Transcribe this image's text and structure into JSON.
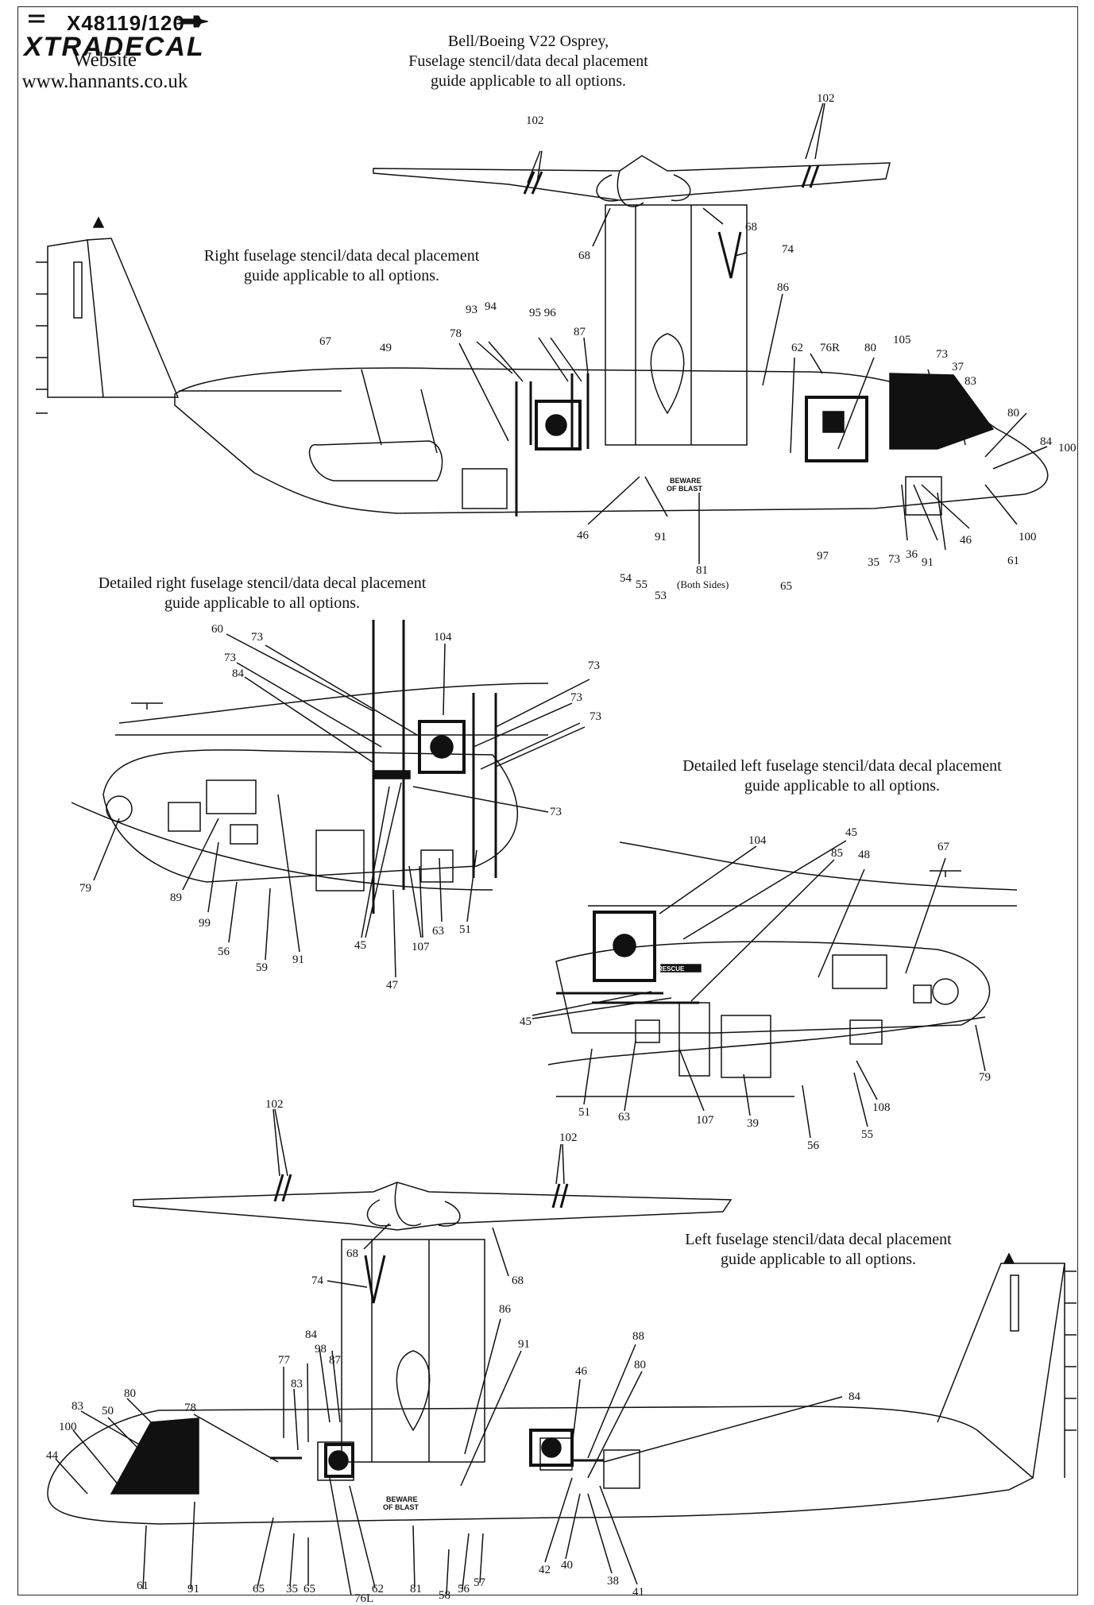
{
  "header": {
    "product_code": "X48119/120",
    "brand": "XTRADECAL",
    "site_label": "Website",
    "site_url": "www.hannants.co.uk",
    "title_lines": [
      "Bell/Boeing V22 Osprey,",
      "Fuselage stencil/data decal placement",
      "guide applicable to all options."
    ]
  },
  "sections": {
    "right": [
      "Right fuselage stencil/data decal placement",
      "guide applicable to all options."
    ],
    "detail_right": [
      "Detailed right fuselage stencil/data decal placement",
      "guide applicable to all options."
    ],
    "detail_left": [
      "Detailed left fuselage stencil/data decal placement",
      "guide applicable to all options."
    ],
    "left": [
      "Left fuselage stencil/data decal placement",
      "guide applicable to all options."
    ]
  },
  "markings": {
    "beware_1": "BEWARE",
    "beware_2": "OF BLAST",
    "rescue": "RESCUE"
  },
  "callouts": {
    "right_view": [
      "102",
      "102",
      "68",
      "68",
      "74",
      "86",
      "93",
      "94",
      "95 96",
      "87",
      "78",
      "67",
      "49",
      "62",
      "76R",
      "80",
      "105",
      "73",
      "37",
      "83",
      "80",
      "84",
      "100",
      "46",
      "91",
      "54",
      "55",
      "53",
      "81",
      "(Both Sides)",
      "65",
      "97",
      "35",
      "73",
      "36",
      "91",
      "46",
      "100",
      "61"
    ],
    "detail_right_view": [
      "60",
      "73",
      "73",
      "84",
      "104",
      "73",
      "73",
      "73",
      "73",
      "79",
      "89",
      "99",
      "56",
      "59",
      "91",
      "45",
      "47",
      "107",
      "63",
      "51"
    ],
    "detail_left_view": [
      "104",
      "45",
      "85",
      "48",
      "67",
      "45",
      "51",
      "63",
      "107",
      "39",
      "56",
      "55",
      "108",
      "79"
    ],
    "left_view": [
      "102",
      "102",
      "68",
      "68",
      "74",
      "86",
      "91",
      "46",
      "88",
      "80",
      "84",
      "78",
      "77",
      "83",
      "84",
      "98",
      "87",
      "83",
      "80",
      "50",
      "100",
      "44",
      "61",
      "91",
      "65",
      "35",
      "65",
      "76L",
      "62",
      "81",
      "58",
      "56",
      "57",
      "42",
      "40",
      "38",
      "41"
    ]
  }
}
